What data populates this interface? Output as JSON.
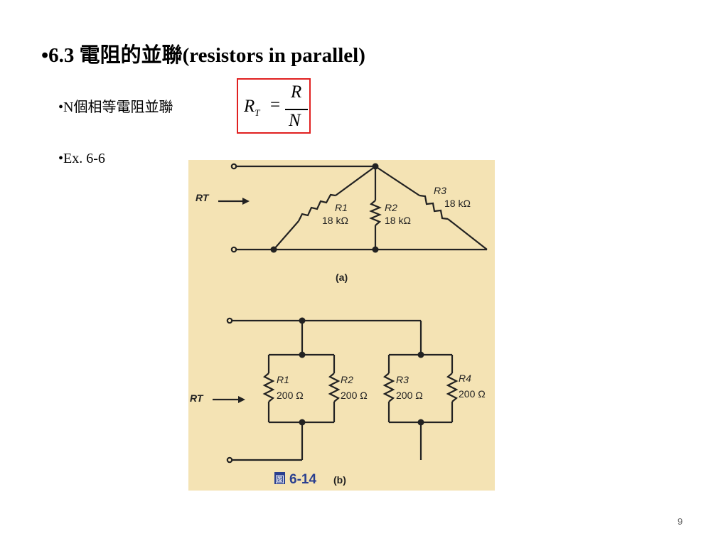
{
  "title": "•6.3 電阻的並聯(resistors in parallel)",
  "bullets": [
    "•N個相等電阻並聯",
    "•Ex. 6-6"
  ],
  "formula": {
    "lhs_symbol": "R",
    "lhs_subscript": "T",
    "equals": "=",
    "numerator": "R",
    "denominator": "N"
  },
  "figure": {
    "a": {
      "rt_label": "RT",
      "caption": "(a)",
      "resistors": [
        {
          "name": "R1",
          "value": "18 kΩ"
        },
        {
          "name": "R2",
          "value": "18 kΩ"
        },
        {
          "name": "R3",
          "value": "18 kΩ"
        }
      ]
    },
    "b": {
      "rt_label": "RT",
      "caption_icon": "圖",
      "caption_number": "6-14",
      "caption_part": "(b)",
      "resistors": [
        {
          "name": "R1",
          "value": "200 Ω"
        },
        {
          "name": "R2",
          "value": "200 Ω"
        },
        {
          "name": "R3",
          "value": "200 Ω"
        },
        {
          "name": "R4",
          "value": "200 Ω"
        }
      ]
    }
  },
  "page_number": "9"
}
